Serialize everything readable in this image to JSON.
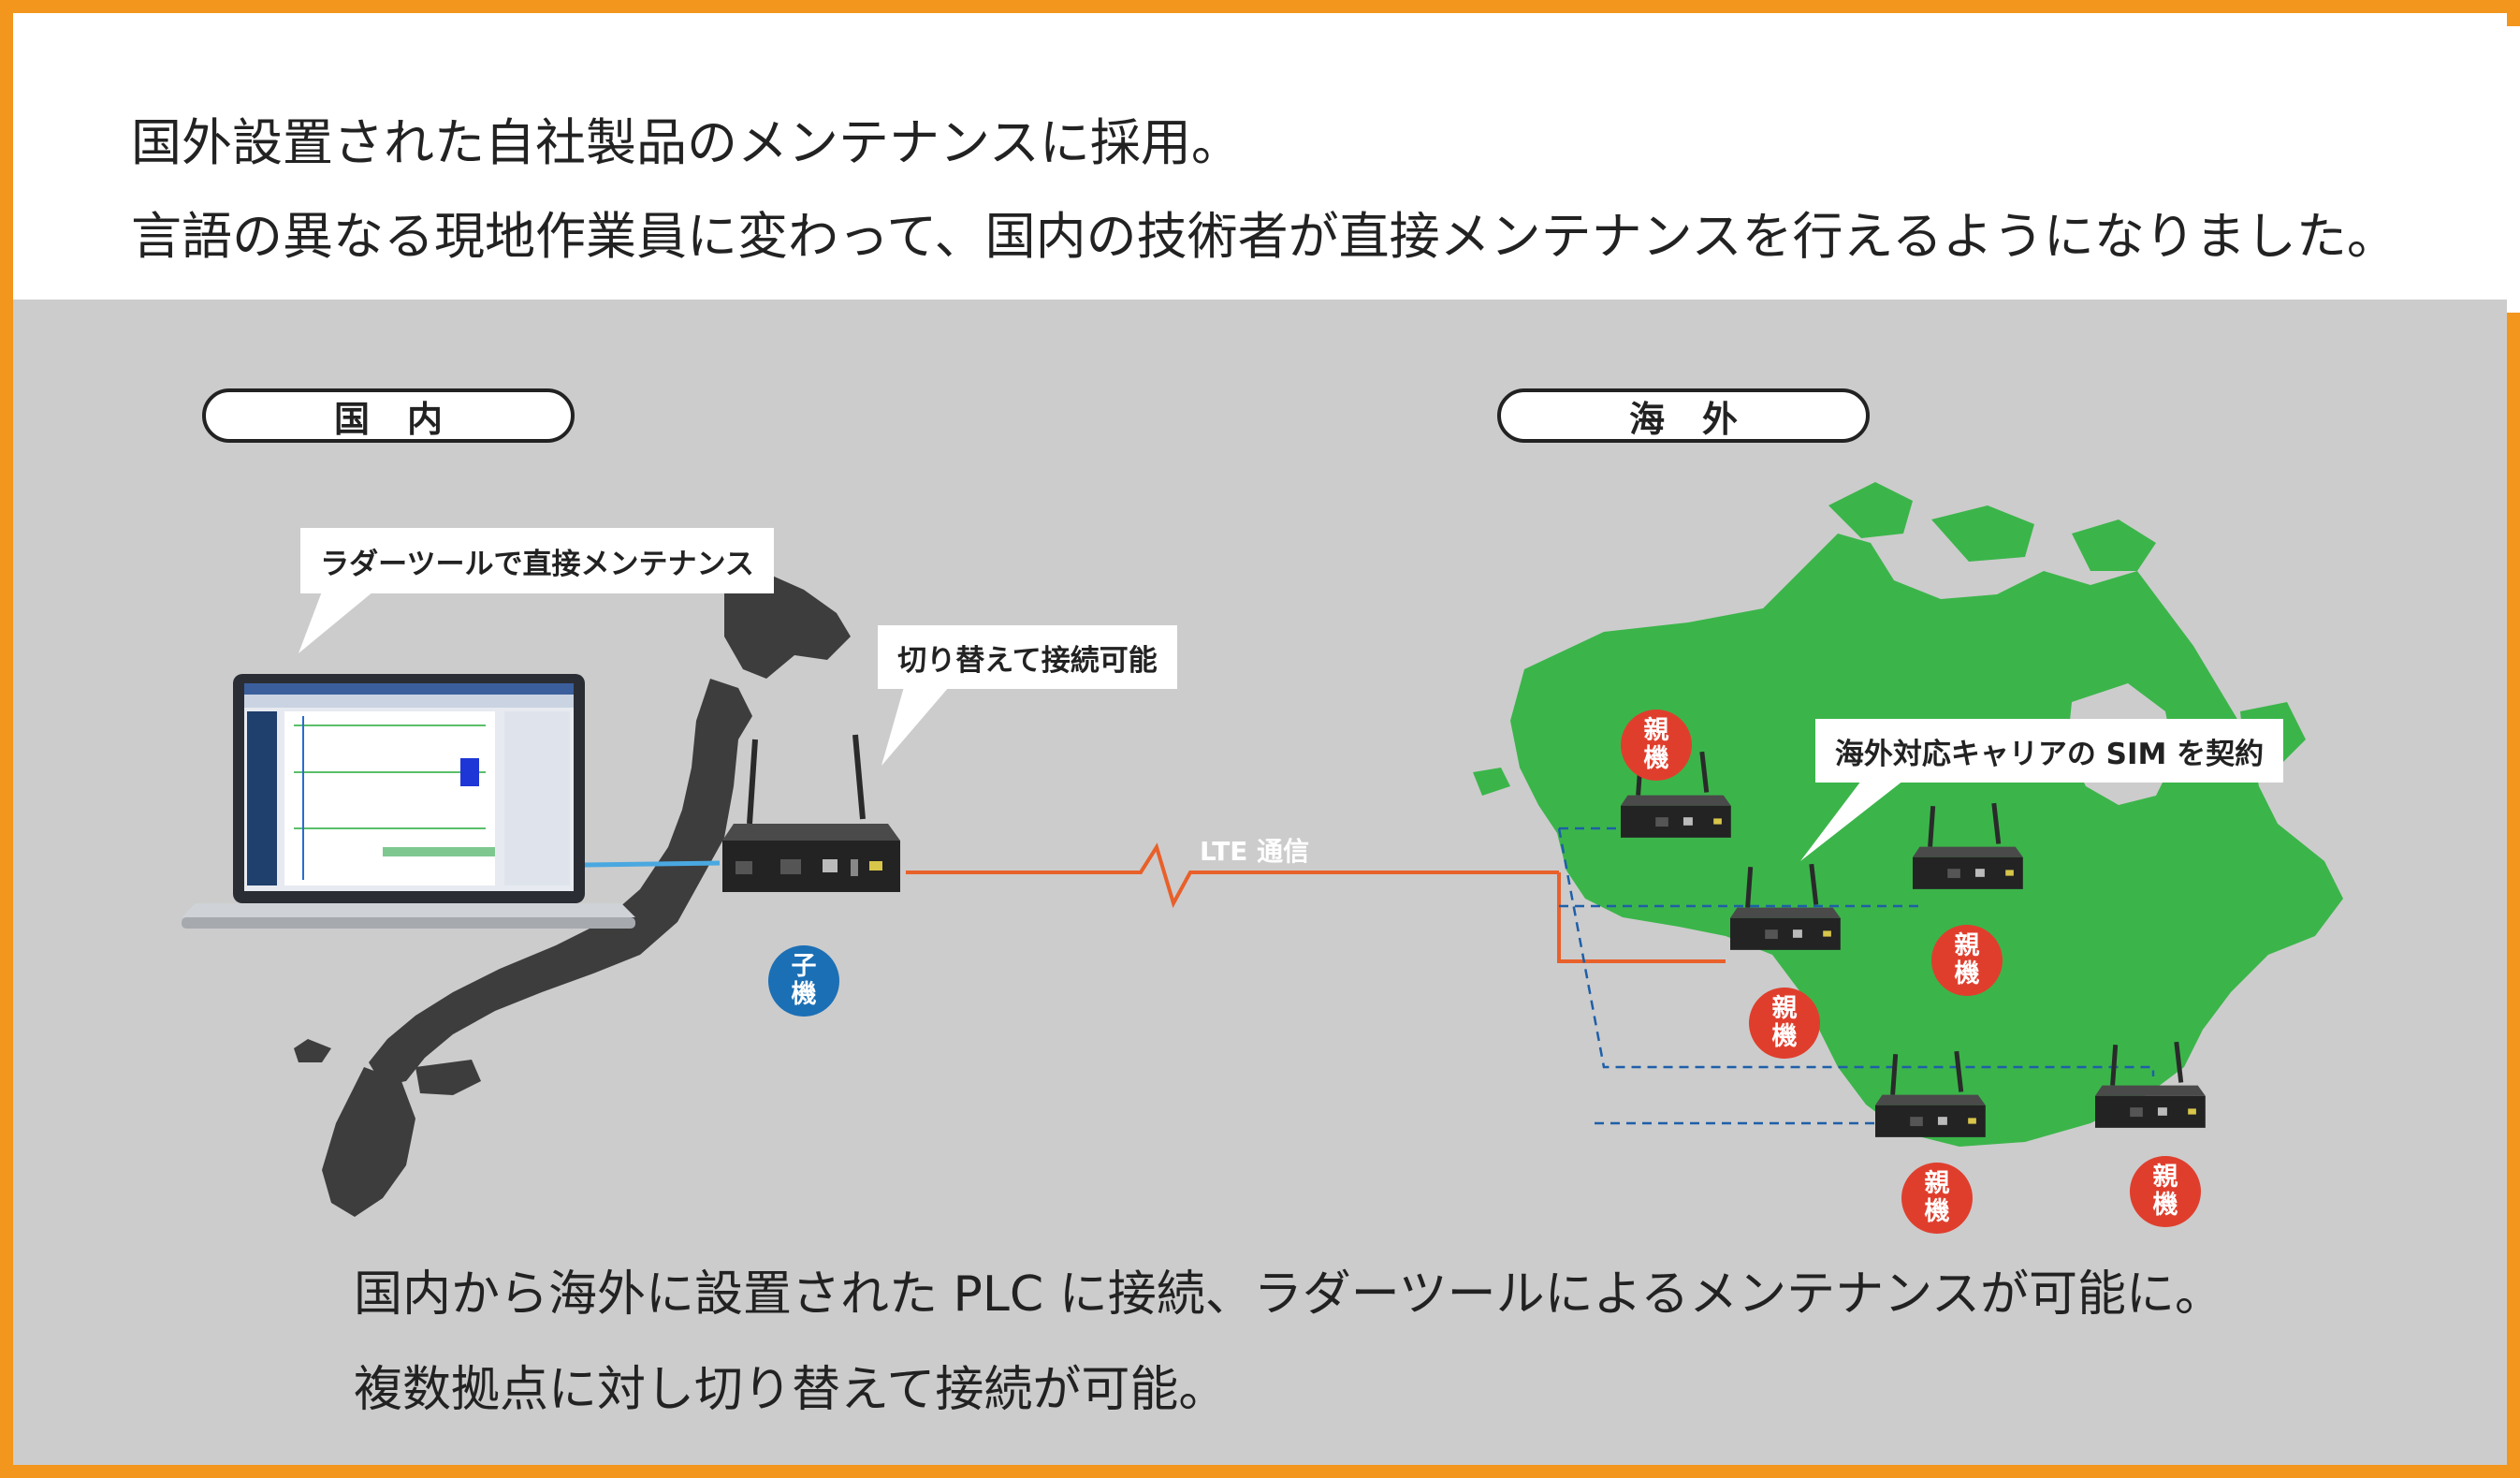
{
  "header": {
    "line1": "国外設置された自社製品のメンテナンスに採用。",
    "line2": "言語の異なる現地作業員に変わって、国内の技術者が直接メンテナンスを行えるようになりました。"
  },
  "diagram": {
    "domestic_label": "国内",
    "overseas_label": "海外",
    "callout_ladder": "ラダーツールで直接メンテナンス",
    "callout_switch": "切り替えて接続可能",
    "callout_sim": "海外対応キャリアの SIM を契約",
    "lte_label": "LTE 通信",
    "child_badge": [
      "子",
      "機"
    ],
    "parent_badge": [
      "親",
      "機"
    ]
  },
  "footer": {
    "line1": "国内から海外に設置された PLC に接続、ラダーツールによるメンテナンスが可能に。",
    "line2": "複数拠点に対し切り替えて接続が可能。"
  },
  "colors": {
    "frame": "#f3961e",
    "panel": "#cccccc",
    "map_green": "#3bb54a",
    "japan_gray": "#3d3d3d",
    "child_blue": "#1b6fb5",
    "parent_red": "#e03e2d",
    "lte_line": "#e8602a",
    "cable_blue": "#4aa8e0",
    "dashed_blue": "#1e5fa8"
  }
}
